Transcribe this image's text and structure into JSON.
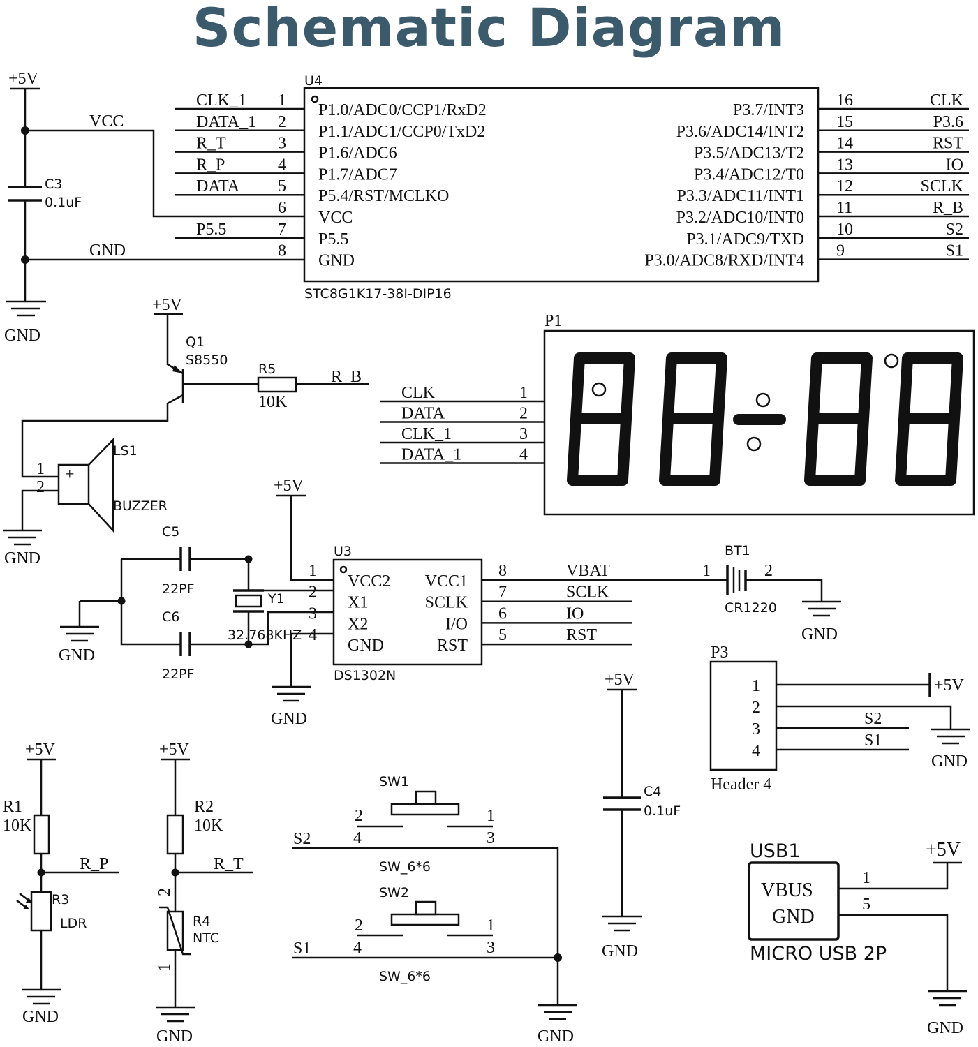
{
  "title": "Schematic Diagram",
  "power": {
    "p5v": "+5V",
    "gnd": "GND",
    "vcc": "VCC"
  },
  "c3": {
    "ref": "C3",
    "value": "0.1uF"
  },
  "u4": {
    "ref": "U4",
    "part": "STC8G1K17-38I-DIP16",
    "left_pins": [
      {
        "num": "1",
        "pin": "P1.0/ADC0/CCP1/RxD2",
        "net": "CLK_1"
      },
      {
        "num": "2",
        "pin": "P1.1/ADC1/CCP0/TxD2",
        "net": "DATA_1"
      },
      {
        "num": "3",
        "pin": "P1.6/ADC6",
        "net": "R_T"
      },
      {
        "num": "4",
        "pin": "P1.7/ADC7",
        "net": "R_P"
      },
      {
        "num": "5",
        "pin": "P5.4/RST/MCLKO",
        "net": "DATA"
      },
      {
        "num": "6",
        "pin": "VCC",
        "net": ""
      },
      {
        "num": "7",
        "pin": "P5.5",
        "net": "P5.5"
      },
      {
        "num": "8",
        "pin": "GND",
        "net": ""
      }
    ],
    "right_pins": [
      {
        "num": "16",
        "pin": "P3.7/INT3",
        "net": "CLK"
      },
      {
        "num": "15",
        "pin": "P3.6/ADC14/INT2",
        "net": "P3.6"
      },
      {
        "num": "14",
        "pin": "P3.5/ADC13/T2",
        "net": "RST"
      },
      {
        "num": "13",
        "pin": "P3.4/ADC12/T0",
        "net": "IO"
      },
      {
        "num": "12",
        "pin": "P3.3/ADC11/INT1",
        "net": "SCLK"
      },
      {
        "num": "11",
        "pin": "P3.2/ADC10/INT0",
        "net": "R_B"
      },
      {
        "num": "10",
        "pin": "P3.1/ADC9/TXD",
        "net": "S2"
      },
      {
        "num": "9",
        "pin": "P3.0/ADC8/RXD/INT4",
        "net": "S1"
      }
    ]
  },
  "q1": {
    "ref": "Q1",
    "part": "S8550"
  },
  "r5": {
    "ref": "R5",
    "value": "10K",
    "net": "R_B"
  },
  "ls1": {
    "ref": "LS1",
    "part": "BUZZER",
    "pin1": "1",
    "pin2": "2",
    "plus": "+"
  },
  "p1": {
    "ref": "P1",
    "pins": [
      {
        "num": "1",
        "net": "CLK"
      },
      {
        "num": "2",
        "net": "DATA"
      },
      {
        "num": "3",
        "net": "CLK_1"
      },
      {
        "num": "4",
        "net": "DATA_1"
      }
    ]
  },
  "c5": {
    "ref": "C5",
    "value": "22PF"
  },
  "c6": {
    "ref": "C6",
    "value": "22PF"
  },
  "y1": {
    "ref": "Y1",
    "value": "32.768KHZ"
  },
  "u3": {
    "ref": "U3",
    "part": "DS1302N",
    "left_pins": [
      {
        "num": "1",
        "pin": "VCC2"
      },
      {
        "num": "2",
        "pin": "X1"
      },
      {
        "num": "3",
        "pin": "X2"
      },
      {
        "num": "4",
        "pin": "GND"
      }
    ],
    "right_pins": [
      {
        "num": "8",
        "pin": "VCC1",
        "net": "VBAT"
      },
      {
        "num": "7",
        "pin": "SCLK",
        "net": "SCLK"
      },
      {
        "num": "6",
        "pin": "I/O",
        "net": "IO"
      },
      {
        "num": "5",
        "pin": "RST",
        "net": "RST"
      }
    ]
  },
  "bt1": {
    "ref": "BT1",
    "part": "CR1220",
    "pin1": "1",
    "pin2": "2"
  },
  "p3": {
    "ref": "P3",
    "part": "Header 4",
    "pins": [
      {
        "num": "1",
        "net": "+5V"
      },
      {
        "num": "2",
        "net": ""
      },
      {
        "num": "3",
        "net": "S2"
      },
      {
        "num": "4",
        "net": "S1"
      }
    ]
  },
  "c4": {
    "ref": "C4",
    "value": "0.1uF"
  },
  "r1": {
    "ref": "R1",
    "value": "10K",
    "net": "R_P"
  },
  "r3": {
    "ref": "R3",
    "part": "LDR"
  },
  "r2": {
    "ref": "R2",
    "value": "10K",
    "net": "R_T"
  },
  "r4": {
    "ref": "R4",
    "part": "NTC",
    "pin1": "1",
    "pin2": "2"
  },
  "sw1": {
    "ref": "SW1",
    "part": "SW_6*6",
    "net": "S2",
    "p1": "1",
    "p2": "2",
    "p3": "3",
    "p4": "4"
  },
  "sw2": {
    "ref": "SW2",
    "part": "SW_6*6",
    "net": "S1",
    "p1": "1",
    "p2": "2",
    "p3": "3",
    "p4": "4"
  },
  "usb1": {
    "ref": "USB1",
    "part": "MICRO USB 2P",
    "vbus": "VBUS",
    "gnd": "GND",
    "pin1": "1",
    "pin5": "5"
  }
}
